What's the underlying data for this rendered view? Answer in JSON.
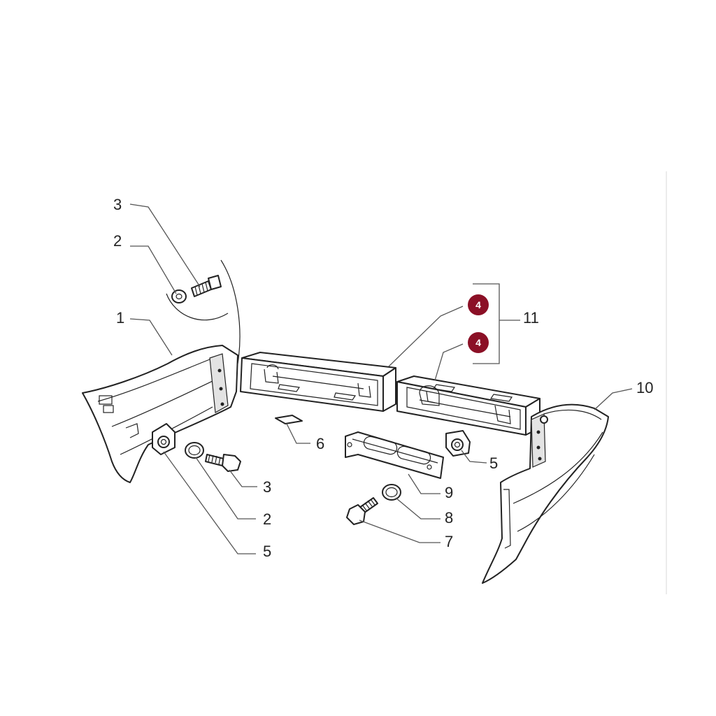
{
  "callouts": {
    "c1": "1",
    "c2_top": "2",
    "c3_top": "3",
    "c4_a": "4",
    "c4_b": "4",
    "c11": "11",
    "c10": "10",
    "c6": "6",
    "c3_bottom": "3",
    "c2_bottom": "2",
    "c5_left": "5",
    "c5_right": "5",
    "c9": "9",
    "c8": "8",
    "c7": "7"
  },
  "colors": {
    "highlight_badge": "#8b1026",
    "line": "#222222"
  }
}
